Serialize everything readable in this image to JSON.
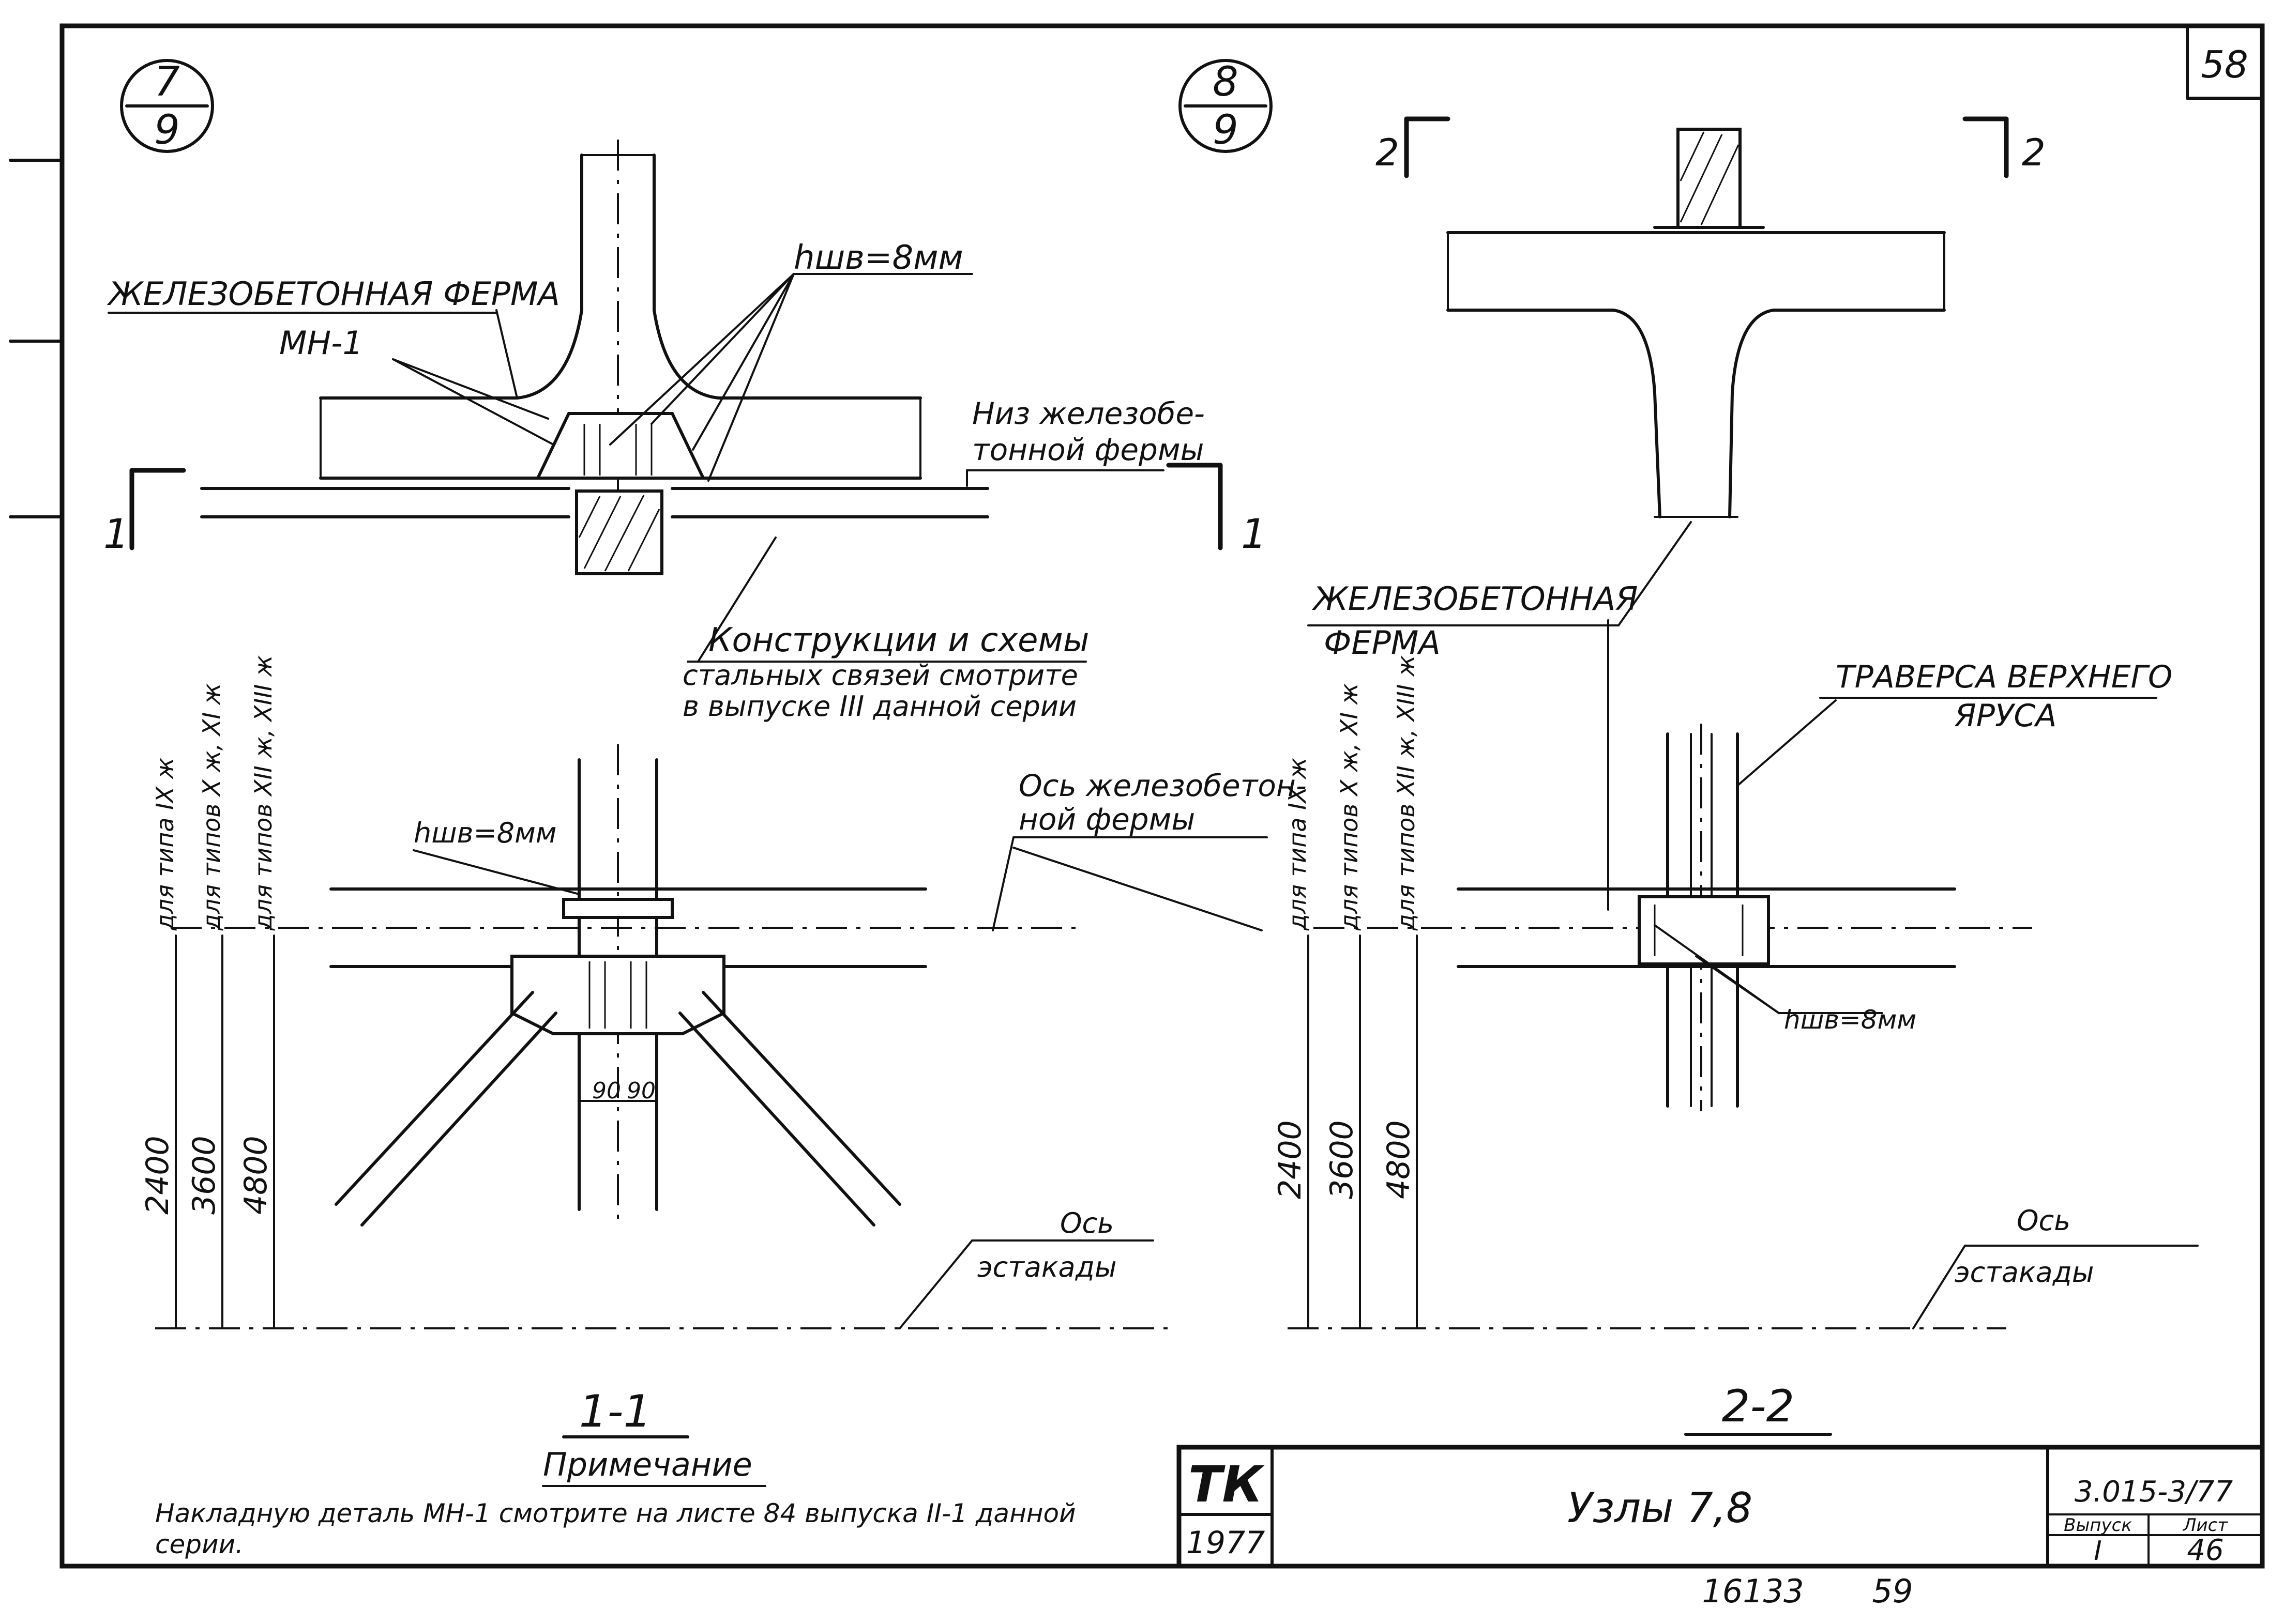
{
  "sheet_number": "58",
  "node_7": {
    "numerator": "7",
    "denominator": "9"
  },
  "node_8": {
    "numerator": "8",
    "denominator": "9"
  },
  "left_top": {
    "label_truss": "ЖЕЛЕЗОБЕТОННАЯ ФЕРМА",
    "label_mn1": "МН-1",
    "label_weld": "hшв=8мм",
    "label_bottom_line1": "Низ железобе-",
    "label_bottom_line2": "тонной фермы",
    "section_mark": "1",
    "note_line1": "Конструкции и схемы",
    "note_line2": "стальных связей смотрите",
    "note_line3": "в выпуске III данной серии"
  },
  "left_section": {
    "dim_label_1": "для типа IX ж",
    "dim_label_2": "для типов X ж, XI ж",
    "dim_label_3": "для типов XII ж, XIII ж",
    "dim_1": "2400",
    "dim_2": "3600",
    "dim_3": "4800",
    "weld": "hшв=8мм",
    "dim_90a": "90",
    "dim_90b": "90",
    "axis_truss_line1": "Ось железобетон-",
    "axis_truss_line2": "ной фермы",
    "axis_trestle_line1": "Ось",
    "axis_trestle_line2": "эстакады",
    "title": "1-1"
  },
  "right_top": {
    "section_mark": "2",
    "label_truss_line1": "ЖЕЛЕЗОБЕТОННАЯ",
    "label_truss_line2": "ФЕРМА",
    "label_traverse_line1": "ТРАВЕРСА ВЕРХНЕГО",
    "label_traverse_line2": "ЯРУСА"
  },
  "right_section": {
    "dim_label_1": "для типа IX ж",
    "dim_label_2": "для типов X ж, XI ж",
    "dim_label_3": "для типов XII ж, XIII ж",
    "dim_1": "2400",
    "dim_2": "3600",
    "dim_3": "4800",
    "weld": "hшв=8мм",
    "axis_trestle_line1": "Ось",
    "axis_trestle_line2": "эстакады",
    "title": "2-2"
  },
  "note": {
    "heading": "Примечание",
    "line1": "Накладную деталь МН-1 смотрите на листе 84 выпуска II-1 данной",
    "line2": "серии."
  },
  "title_block": {
    "org": "ТК",
    "year": "1977",
    "title": "Узлы 7,8",
    "code": "3.015-3/77",
    "issue_header": "Выпуск",
    "sheet_header": "Лист",
    "issue": "I",
    "sheet": "46"
  },
  "footer": {
    "inv": "16133",
    "page": "59"
  }
}
